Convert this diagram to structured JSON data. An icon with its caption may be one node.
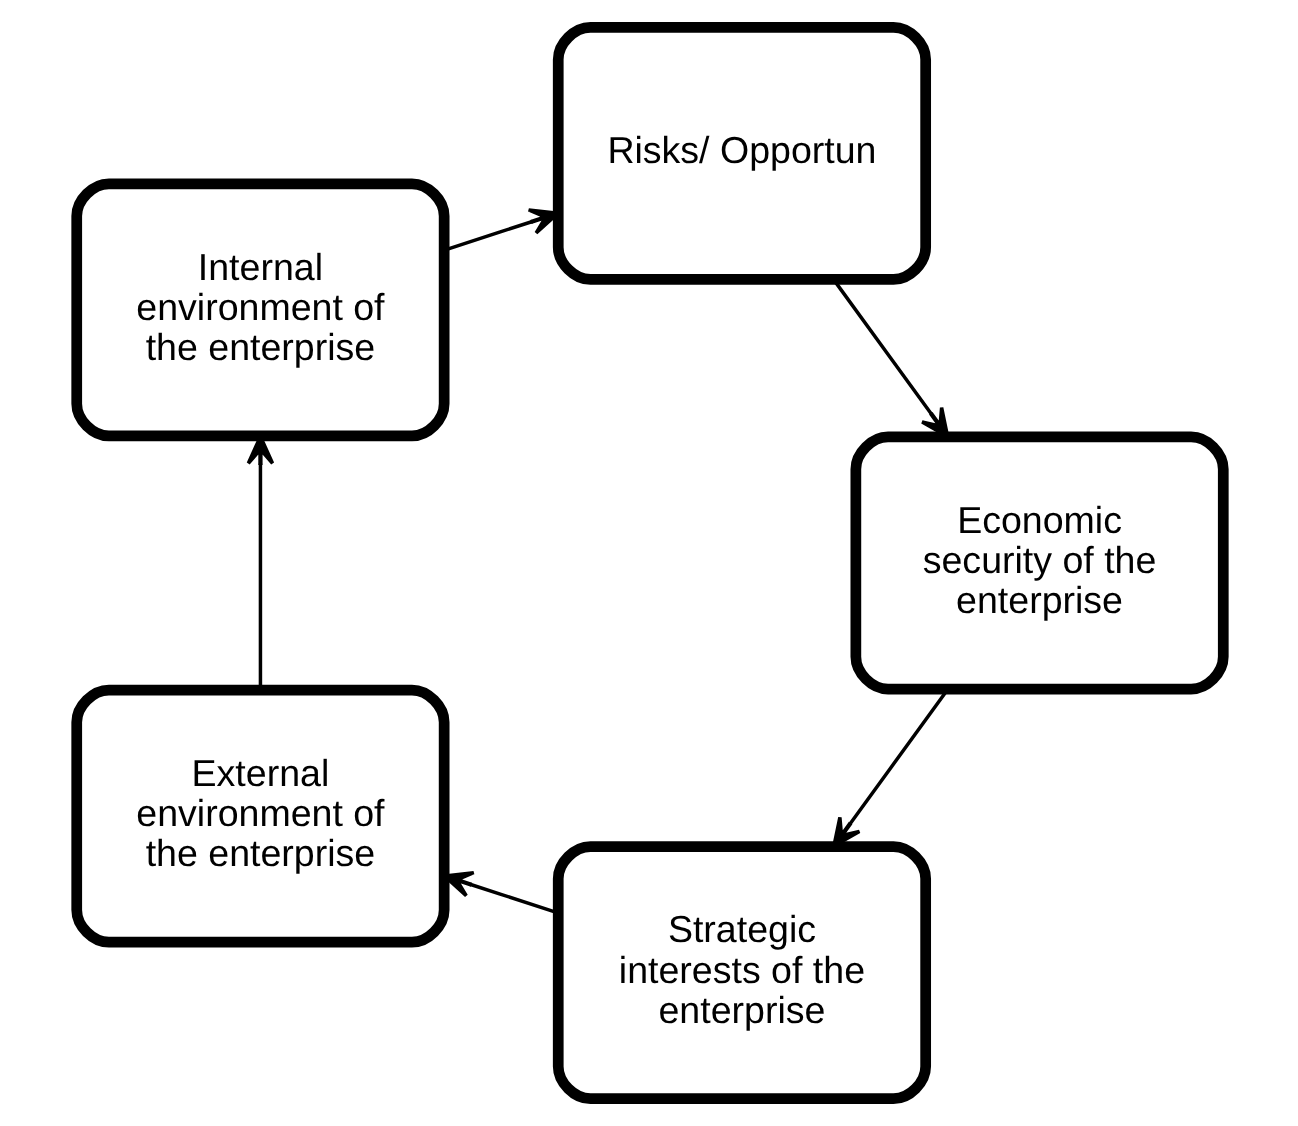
{
  "diagram": {
    "nodes": [
      {
        "text": [
          "Strategic interests of the enterprise"
        ]
      },
      {
        "text": [
          "External environment of the enterprise"
        ]
      },
      {
        "text": [
          "Internal environment of the enterprise"
        ]
      },
      {
        "text": [
          "Risks/ Opportun"
        ]
      },
      {
        "text": [
          "Economic security of the enterprise"
        ]
      }
    ],
    "edges": [
      {
        "from": 0,
        "to": 1,
        "arrow": "to"
      },
      {
        "from": 1,
        "to": 2,
        "arrow": "to"
      },
      {
        "from": 2,
        "to": 3,
        "arrow": "to"
      },
      {
        "from": 3,
        "to": 4,
        "arrow": "to"
      },
      {
        "from": 4,
        "to": 0,
        "arrow": "to"
      }
    ]
  }
}
